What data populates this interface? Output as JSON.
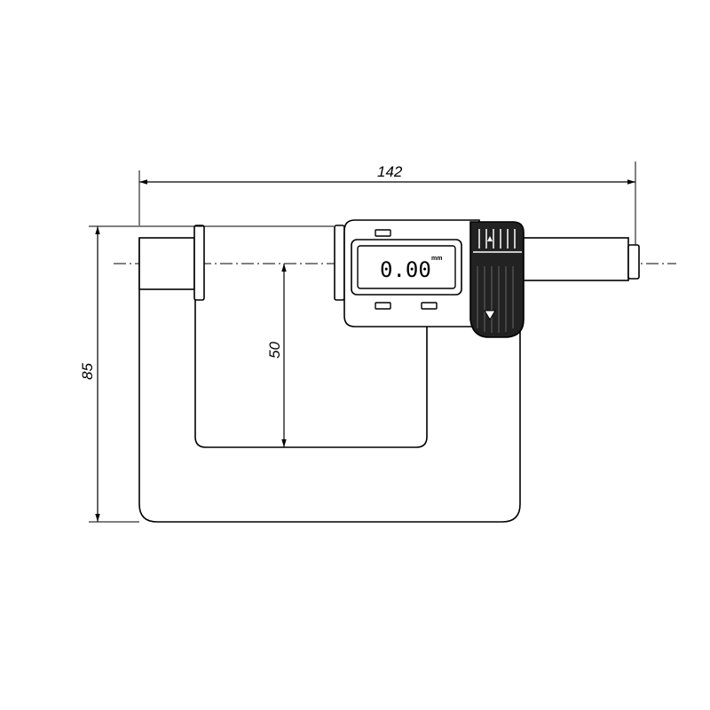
{
  "dimensions": {
    "overall_width": "142",
    "overall_height": "85",
    "throat_depth": "50"
  },
  "display": {
    "reading": "0.00",
    "unit": "mm"
  },
  "colors": {
    "line": "#000000",
    "background": "#ffffff",
    "grip": "#222222"
  }
}
